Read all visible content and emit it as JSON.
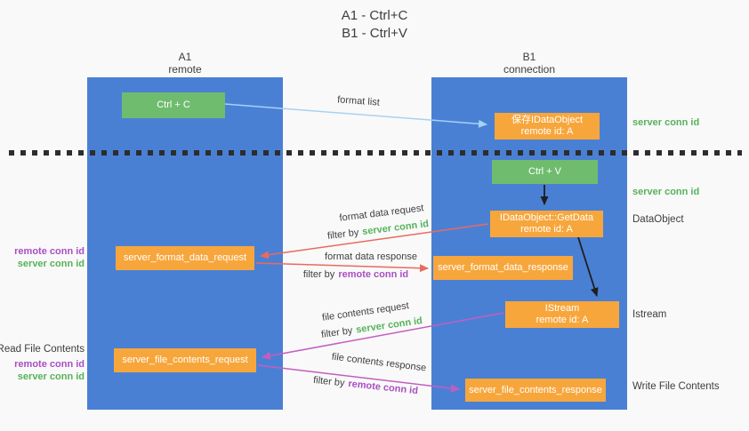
{
  "colors": {
    "column_blue": "#4a80d4",
    "box_green": "#6fbc6f",
    "box_orange": "#f7a63c",
    "green_text": "#55b25a",
    "purple_text": "#a94fc2",
    "arrow_red": "#e96a5f",
    "arrow_magenta": "#c35ec0",
    "arrow_blue": "#a6d2f2",
    "arrow_black": "#1f1f1f"
  },
  "title": {
    "line1": "A1 - Ctrl+C",
    "line2": "B1 - Ctrl+V"
  },
  "lanes": {
    "left": {
      "name": "A1",
      "subtitle": "remote"
    },
    "right": {
      "name": "B1",
      "subtitle": "connection"
    }
  },
  "nodes": {
    "ctrl_c": {
      "label": "Ctrl + C"
    },
    "ctrl_v": {
      "label": "Ctrl + V"
    },
    "save_dataobject": {
      "line1": "保存IDataObject",
      "line2": "remote id: A"
    },
    "getdata": {
      "line1": "IDataObject::GetData",
      "line2": "remote id: A"
    },
    "istream": {
      "line1": "IStream",
      "line2": "remote id: A"
    },
    "server_format_data_request": {
      "label": "server_format_data_request"
    },
    "server_format_data_response": {
      "label": "server_format_data_response"
    },
    "server_file_contents_request": {
      "label": "server_file_contents_request"
    },
    "server_file_contents_response": {
      "label": "server_file_contents_response"
    }
  },
  "arrow_labels": {
    "format_list": "format list",
    "format_data_request": "format data request",
    "format_data_response": "format data response",
    "file_contents_request": "file contents request",
    "file_contents_response": "file contents response",
    "filter_by": "filter by",
    "server_conn_id": "server conn id",
    "remote_conn_id": "remote conn id"
  },
  "side_labels": {
    "right": {
      "server_conn_id_top": "server conn id",
      "server_conn_id_mid": "server conn id",
      "dataobject": "DataObject",
      "istream": "Istream",
      "write_file_contents": "Write File Contents"
    },
    "left": {
      "remote_conn_id_1": "remote conn id",
      "server_conn_id_1": "server conn id",
      "read_file_contents": "Read File Contents",
      "remote_conn_id_2": "remote conn id",
      "server_conn_id_2": "server conn id"
    }
  }
}
